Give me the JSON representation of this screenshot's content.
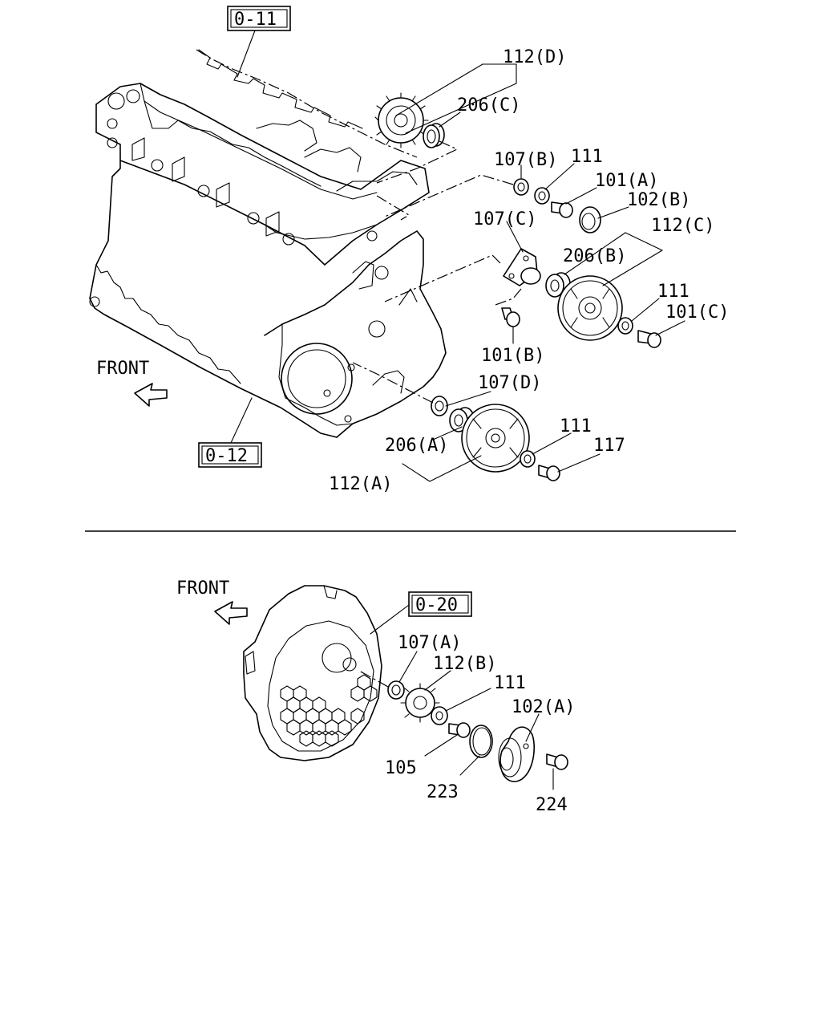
{
  "upper": {
    "refs": [
      "0-11",
      "0-12"
    ],
    "front_label": "FRONT",
    "labels": {
      "l112d": "112(D)",
      "l206c": "206(C)",
      "l107b": "107(B)",
      "l111a": "111",
      "l101a": "101(A)",
      "l102b": "102(B)",
      "l112c": "112(C)",
      "l107c": "107(C)",
      "l206b": "206(B)",
      "l111b": "111",
      "l101c": "101(C)",
      "l101b": "101(B)",
      "l107d": "107(D)",
      "l111c": "111",
      "l117": "117",
      "l206a": "206(A)",
      "l112a": "112(A)"
    }
  },
  "lower": {
    "ref": "0-20",
    "front_label": "FRONT",
    "labels": {
      "l107a": "107(A)",
      "l112b": "112(B)",
      "l111d": "111",
      "l102a": "102(A)",
      "l105": "105",
      "l223": "223",
      "l224": "224"
    }
  }
}
